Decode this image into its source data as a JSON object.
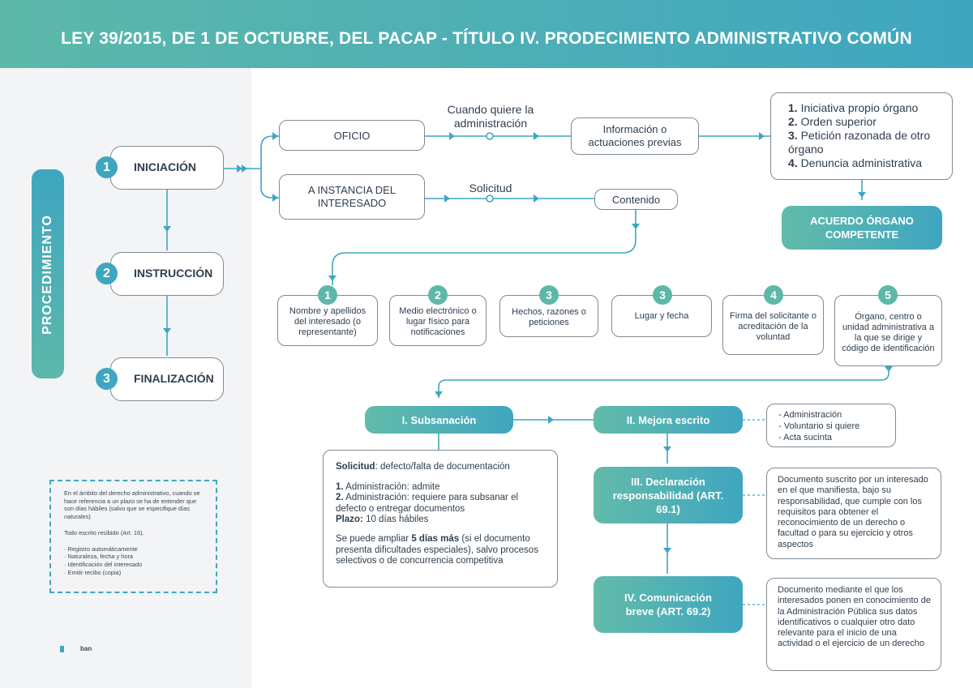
{
  "header": {
    "title": "LEY 39/2015, DE 1 DE OCTUBRE, DEL PACAP - TÍTULO IV. PRODECIMIENTO ADMINISTRATIVO COMÚN"
  },
  "side": {
    "label": "PROCEDIMIENTO"
  },
  "phases": [
    {
      "num": "1",
      "label": "INICIACIÓN"
    },
    {
      "num": "2",
      "label": "INSTRUCCIÓN"
    },
    {
      "num": "3",
      "label": "FINALIZACIÓN"
    }
  ],
  "iniciacion": {
    "oficio": "OFICIO",
    "instancia": "A INSTANCIA DEL INTERESADO",
    "cuando_label": "Cuando quiere la administración",
    "solicitud_label": "Solicitud",
    "informacion": "Información o actuaciones previas",
    "contenido": "Contenido",
    "ways": [
      {
        "num": "1.",
        "text": " Iniciativa propio órgano"
      },
      {
        "num": "2.",
        "text": " Orden superior"
      },
      {
        "num": "3.",
        "text": " Petición razonada de otro órgano"
      },
      {
        "num": "4.",
        "text": " Denuncia administrativa"
      }
    ],
    "acuerdo": "ACUERDO ÓRGANO COMPETENTE"
  },
  "contenido_items": [
    {
      "num": "1",
      "text": "Nombre y apellidos del interesado (o representante)"
    },
    {
      "num": "2",
      "text": "Medio electrónico o lugar físico para notificaciones"
    },
    {
      "num": "3",
      "text": "Hechos, razones o peticiones"
    },
    {
      "num": "3",
      "text": "Lugar y fecha"
    },
    {
      "num": "4",
      "text": "Firma del solicitante o acreditación de la voluntad"
    },
    {
      "num": "5",
      "text": "Órgano, centro o unidad administrativa a la que se dirige y código de identificación"
    }
  ],
  "steps": {
    "subsanacion": "I. Subsanación",
    "mejora": "II. Mejora escrito",
    "declaracion": "III. Declaración responsabilidad (ART. 69.1)",
    "comunicacion": "IV. Comunicación breve (ART. 69.2)"
  },
  "mejora_list": [
    "- Administración",
    "- Voluntario si quiere",
    "- Acta sucinta"
  ],
  "subsanacion_detail": {
    "solicitud_label": "Solicitud",
    "solicitud_text": ": defecto/falta de documentación",
    "item1_num": "1.",
    "item1_text": " Administración: admite",
    "item2_num": "2.",
    "item2_text": " Administración: requiere para subsanar el defecto o entregar documentos",
    "plazo_label": "Plazo:",
    "plazo_text": " 10 días hábiles",
    "ampliar_pre": "Se puede ampliar ",
    "ampliar_bold": "5 días más",
    "ampliar_post": " (si el documento presenta dificultades especiales), salvo procesos selectivos o de concurrencia competitiva"
  },
  "declaracion_text": "Documento suscrito por un interesado en el que manifiesta, bajo su responsabilidad, que cumple con los requisitos para obtener el reconocimiento de un derecho o facultad o para su ejercicio y otros aspectos",
  "comunicacion_text": "Documento mediante el que los interesados ponen en conocimiento de la Administración Pública sus datos identificativos o cualquier otro dato relevante para el inicio de una actividad o el ejercicio de un derecho",
  "note": {
    "p1": "En el ámbito del derecho administrativo, cuando se hace referencia a un plazo se ha de entender que son días hábiles (salvo que se especifique días naturales)",
    "p2": "Todo escrito recibido (Art. 16).",
    "items": [
      "· Registro automáticamente",
      "· Naturaleza, fecha y hora",
      "· Identificación del interesado",
      "· Emitir recibo (copia)"
    ]
  },
  "footer": {
    "logo_text": "ban"
  },
  "colors": {
    "teal": "#5db8a9",
    "blue": "#3fa6c0",
    "text": "#2f3e4d",
    "panel": "#f3f4f6"
  }
}
